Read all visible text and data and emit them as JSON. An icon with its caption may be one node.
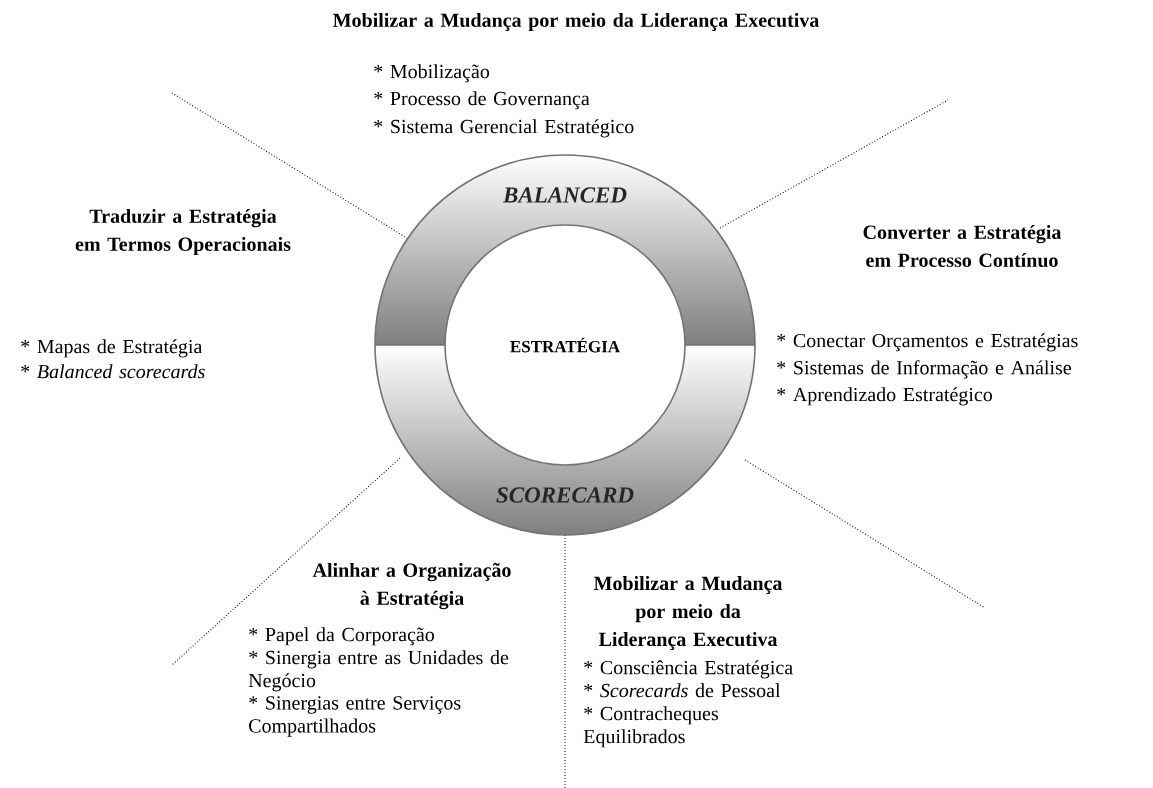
{
  "diagram": {
    "nodes": [
      {
        "text": [
          "BALANCED",
          "SCORECARD"
        ]
      },
      {
        "text": [
          "ESTRATÉGIA"
        ],
        "in": 0
      }
    ],
    "labels": [
      "Mobilizar a Mudança por meio da Liderança Executiva",
      "* Mobilização",
      "* Processo de Governança",
      "* Sistema Gerencial Estratégico",
      "Traduzir a Estratégia em Termos Operacionais",
      "* Mapas de Estratégia",
      "* *Balanced scorecards*",
      "Converter a Estratégia em Processo Contínuo",
      "* Conectar Orçamentos e Estratégias",
      "* Sistemas de Informação e Análise",
      "* Aprendizado Estratégico",
      "Alinhar a Organização à Estratégia",
      "* Papel da Corporação",
      "* Sinergia entre as Unidades de Negócio",
      "* Sinergias entre Serviços Compartilhados",
      "Mobilizar a Mudança por meio da Liderança Executiva",
      "* Consciência Estratégica",
      "* *Scorecards* de Pessoal",
      "* Contracheques Equilibrados"
    ]
  }
}
